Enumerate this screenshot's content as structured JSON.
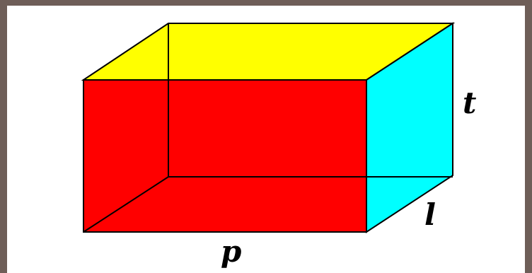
{
  "diagram": {
    "labels": {
      "length": "p",
      "width": "l",
      "height": "t"
    },
    "colors": {
      "front_face": "#ff0000",
      "top_face": "#ffff00",
      "right_face": "#00ffff",
      "edge": "#000000",
      "background": "#ffffff",
      "border": "#6e5e58"
    }
  }
}
